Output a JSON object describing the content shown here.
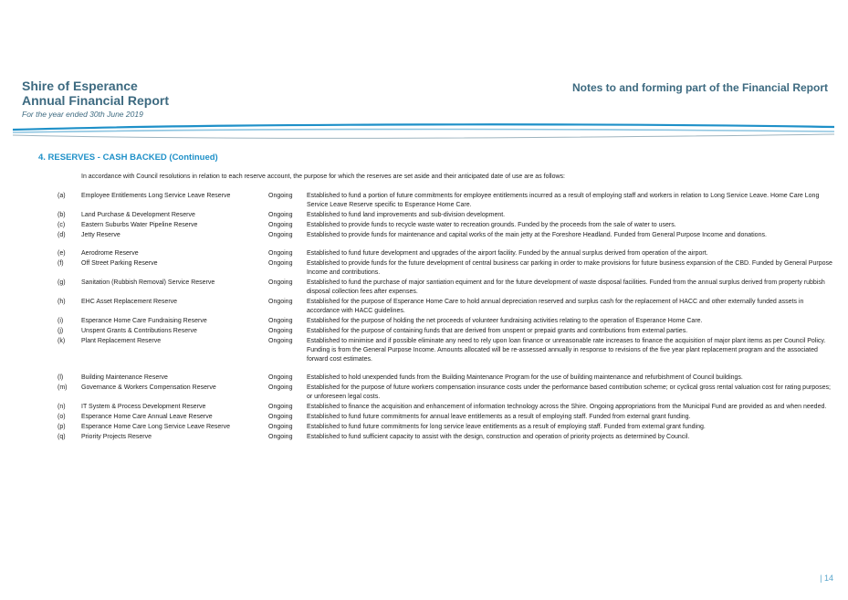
{
  "header": {
    "org": "Shire of Esperance",
    "report": "Annual Financial Report",
    "year": "For the year ended 30th June 2019",
    "right_title": "Notes to and forming part of the Financial Report"
  },
  "section": {
    "heading": "4.  RESERVES - CASH BACKED (Continued)",
    "intro": "In accordance with Council resolutions in relation to each reserve account, the purpose for which the reserves are set aside and their anticipated date of use are as follows:"
  },
  "reserves": [
    {
      "code": "(a)",
      "name": "Employee Entitlements Long Service Leave Reserve",
      "status": "Ongoing",
      "purpose": "Established to fund a portion of future commitments for employee entitlements incurred as a result of employing staff and workers in relation to Long Service Leave. Home Care Long Service Leave Reserve specific to Esperance Home Care."
    },
    {
      "code": "(b)",
      "name": "Land Purchase & Development Reserve",
      "status": "Ongoing",
      "purpose": "Established to fund land improvements and sub-division development."
    },
    {
      "code": "(c)",
      "name": "Eastern Suburbs Water Pipeline Reserve",
      "status": "Ongoing",
      "purpose": "Established to provide funds to recycle waste water to recreation grounds.  Funded by the proceeds from the sale of water to users."
    },
    {
      "code": "(d)",
      "name": "Jetty Reserve",
      "status": "Ongoing",
      "purpose": "Established to provide funds for maintenance and capital works of the main jetty at the Foreshore Headland.  Funded from General Purpose Income and donations."
    },
    {
      "code": "(e)",
      "name": "Aerodrome Reserve",
      "status": "Ongoing",
      "purpose": "Established to fund future development and upgrades of the airport facility.  Funded by the annual surplus derived from operation of the airport."
    },
    {
      "code": "(f)",
      "name": "Off Street Parking Reserve",
      "status": "Ongoing",
      "purpose": "Established to provide funds for the future development of central business car parking in order to make provisions for future business expansion of the CBD.  Funded by General Purpose Income and contributions."
    },
    {
      "code": "(g)",
      "name": "Sanitation (Rubbish Removal) Service Reserve",
      "status": "Ongoing",
      "purpose": "Established to fund the purchase of major santiation equiment and for the future development of waste disposal facilities.  Funded from the annual surplus derived from property rubbish disposal collection fees after expenses."
    },
    {
      "code": "(h)",
      "name": "EHC Asset Replacement Reserve",
      "status": "Ongoing",
      "purpose": "Established for the purpose of Esperance Home Care to hold annual depreciation reserved and surplus cash for the replacement of HACC and other externally funded assets in accordance with HACC guidelines."
    },
    {
      "code": "(i)",
      "name": "Esperance Home Care Fundraising Reserve",
      "status": "Ongoing",
      "purpose": "Established for the purpose of holding the net proceeds of volunteer fundraising activities relating to the operation of Esperance Home Care."
    },
    {
      "code": "(j)",
      "name": "Unspent Grants & Contributions Reserve",
      "status": "Ongoing",
      "purpose": "Established for the purpose of containing funds that are derived from unspent or prepaid grants and contributions from external parties."
    },
    {
      "code": "(k)",
      "name": "Plant Replacement Reserve",
      "status": "Ongoing",
      "purpose": "Established to minimise and if possible eliminate any need to rely upon loan finance or unreasonable rate increases to finance the acquisition of major plant items as per Council Policy.  Funding is from the General Purpose Income.  Amounts allocated will be re-assessed annually in response to revisions of the five year plant replacement program and the associated forward cost estimates."
    },
    {
      "code": "(l)",
      "name": "Building Maintenance Reserve",
      "status": "Ongoing",
      "purpose": "Established to hold unexpended funds from the Building Maintenance Program for the use of building maintenance and refurbishment of Council buildings."
    },
    {
      "code": "(m)",
      "name": "Governance & Workers Compensation Reserve",
      "status": "Ongoing",
      "purpose": "Established for the purpose of future workers compensation insurance costs under the performance based contribution scheme; or cyclical gross rental valuation cost for rating purposes; or unforeseen legal costs."
    },
    {
      "code": "(n)",
      "name": "IT System & Process Development Reserve",
      "status": "Ongoing",
      "purpose": "Established to finance the acquisition and enhancement of information technology across the Shire.  Ongoing appropriations from the Municipal Fund are provided as and when needed."
    },
    {
      "code": "(o)",
      "name": "Esperance Home Care Annual Leave Reserve",
      "status": "Ongoing",
      "purpose": "Established to fund future commitments for annual leave entitlements as a result of employing staff.  Funded from external grant funding."
    },
    {
      "code": "(p)",
      "name": "Esperance Home Care Long Service Leave Reserve",
      "status": "Ongoing",
      "purpose": "Established to fund future commitments for long service leave entitlements as a result of employing staff.  Funded from external grant funding."
    },
    {
      "code": "(q)",
      "name": "Priority Projects Reserve",
      "status": "Ongoing",
      "purpose": "Established to fund sufficient capacity to assist with the design, construction and operation of priority projects as determined by Council."
    }
  ],
  "footer": {
    "page": "| 14"
  },
  "colors": {
    "brand": "#3d6a80",
    "accent": "#1e90c8"
  }
}
